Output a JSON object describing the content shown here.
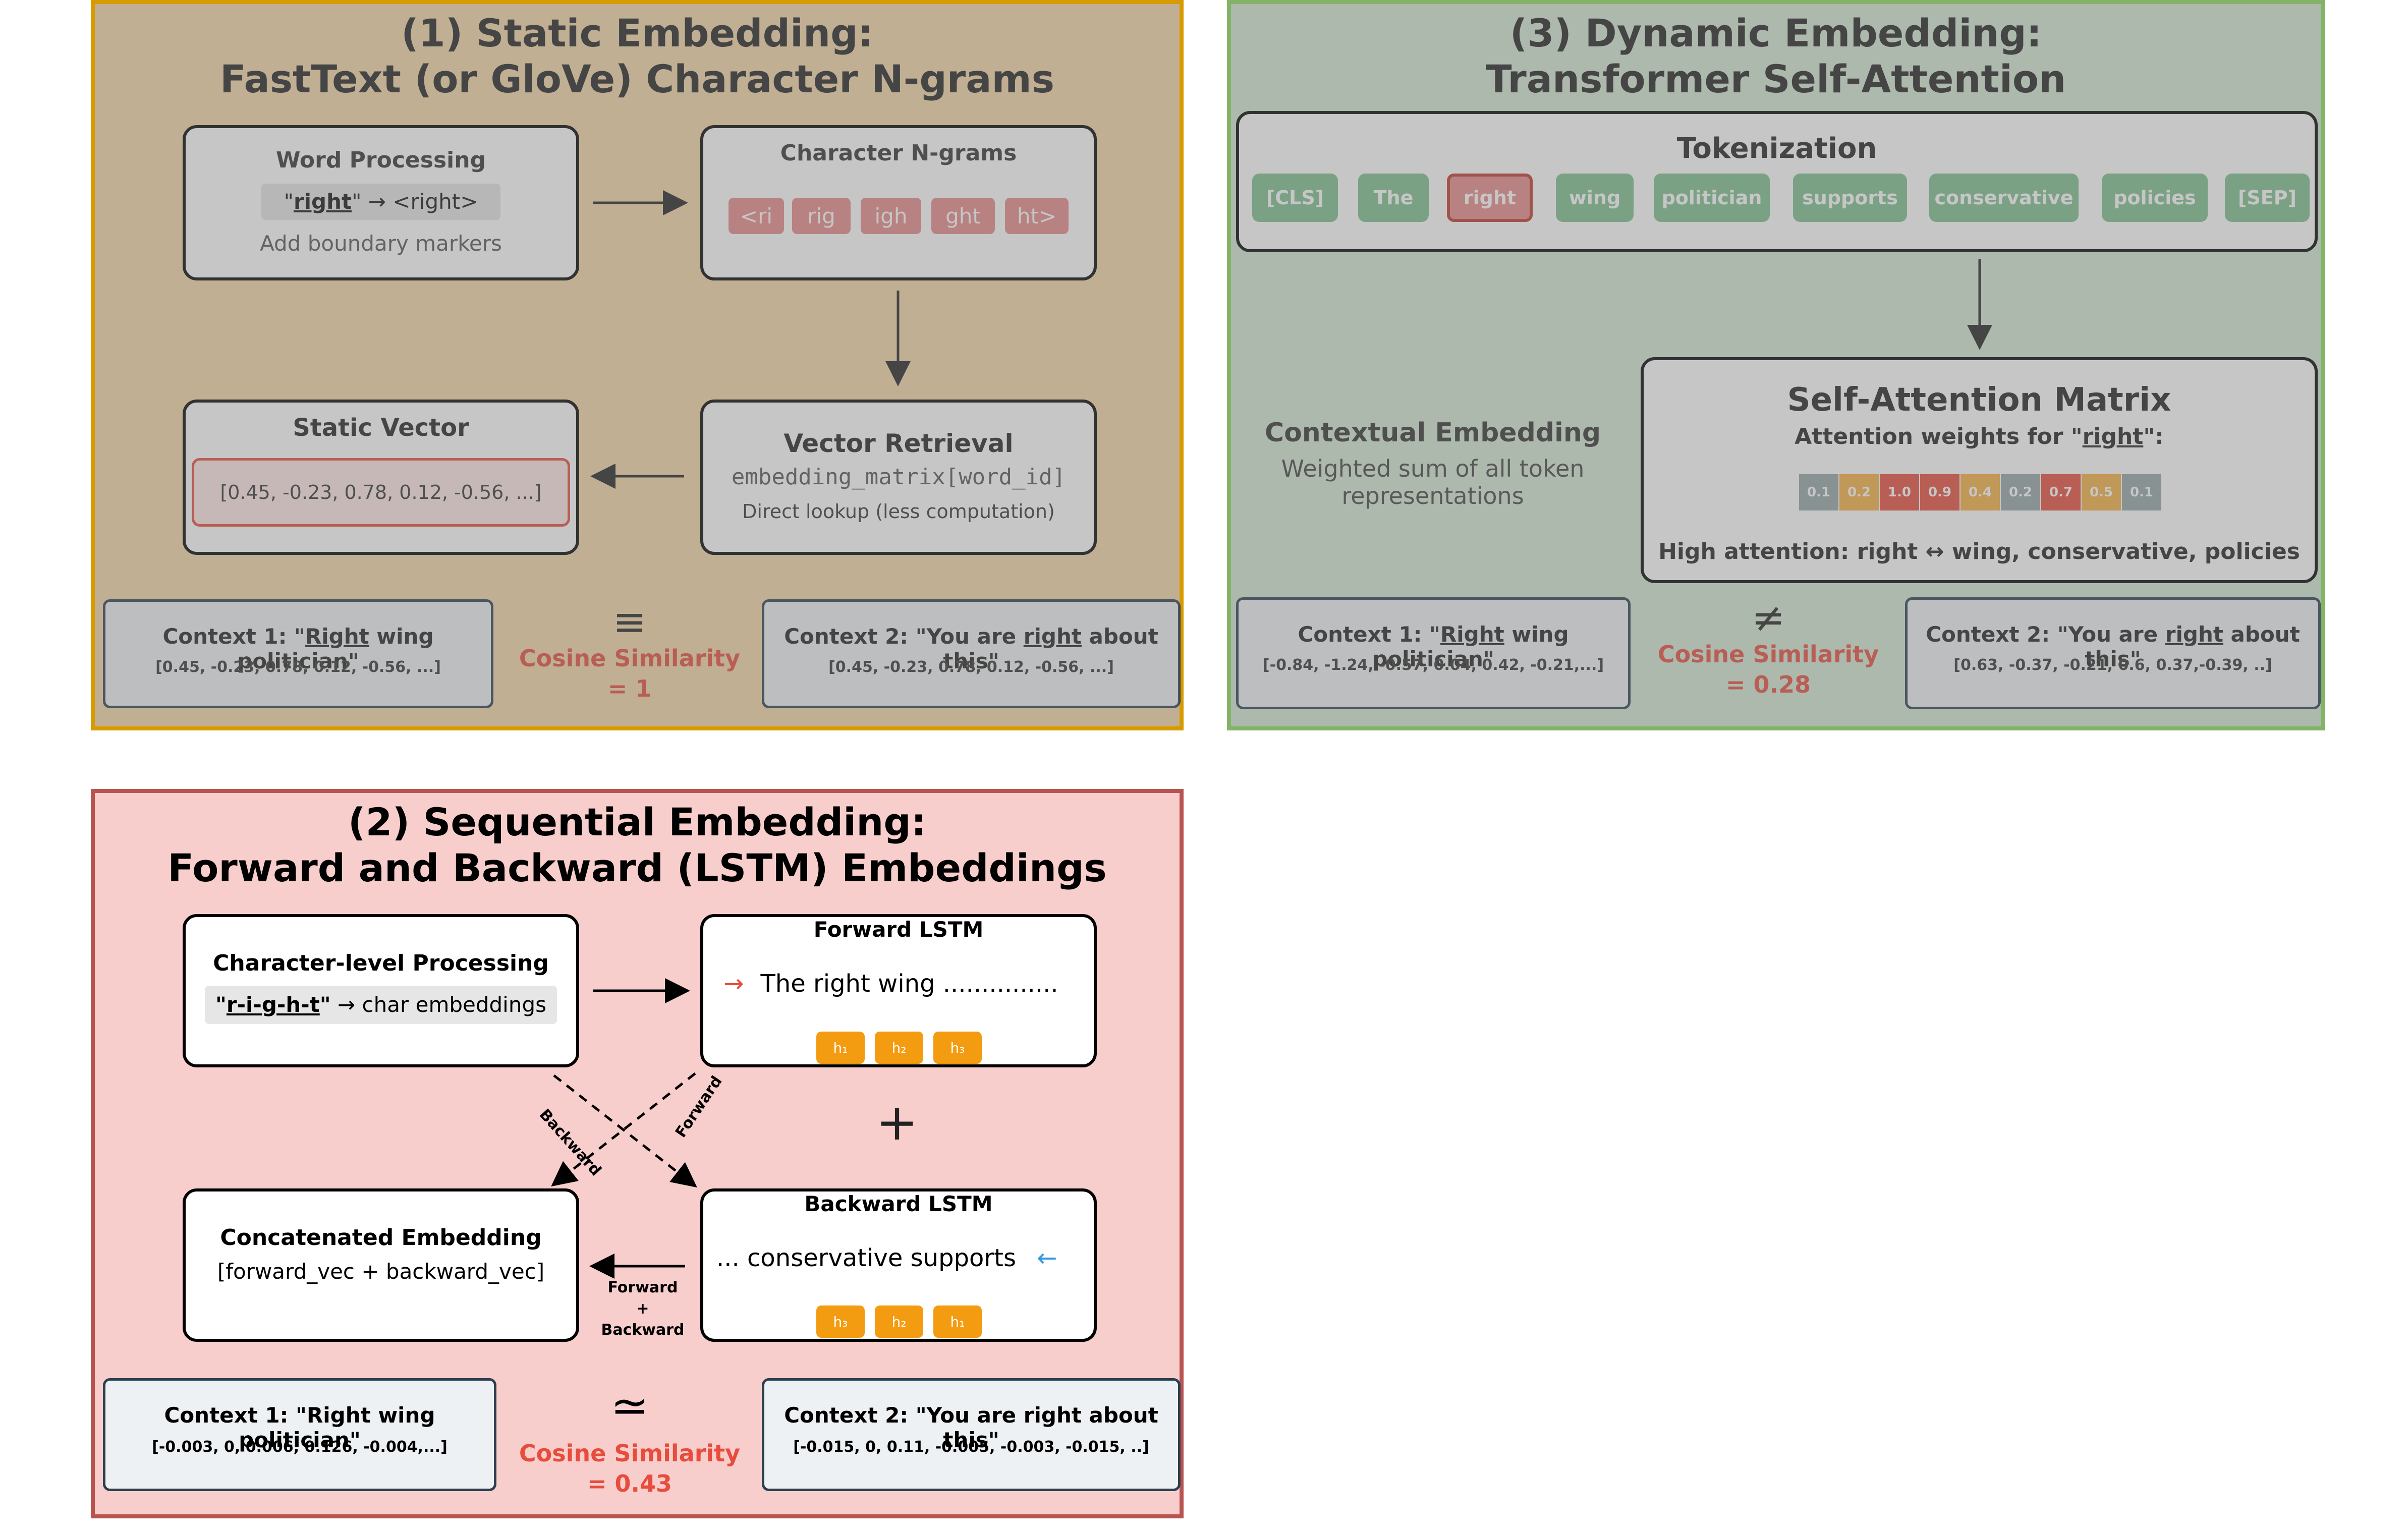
{
  "panel1": {
    "title_line1": "(1) Static Embedding:",
    "title_line2": "FastText (or GloVe) Character N-grams",
    "word_processing": {
      "title": "Word Processing",
      "quote_open": "\"",
      "word": "right",
      "quote_close": "\"",
      "arrow_text": " → <right>",
      "note": "Add boundary markers"
    },
    "ngrams": {
      "title": "Character N-grams",
      "items": [
        "<ri",
        "rig",
        "igh",
        "ght",
        "ht>"
      ]
    },
    "vector_retrieval": {
      "title": "Vector Retrieval",
      "code": "embedding_matrix[word_id]",
      "note": "Direct lookup (less computation)"
    },
    "static_vector": {
      "title": "Static Vector",
      "value": "[0.45, -0.23, 0.78, 0.12, -0.56, ...]"
    },
    "context1": {
      "prefix": "Context 1: \"",
      "word": "Right",
      "suffix": " wing politician\"",
      "vector": "[0.45, -0.23, 0.78, 0.12, -0.56, ...]"
    },
    "context2": {
      "prefix": "Context 2: \"You are ",
      "word": "right",
      "suffix": " about this\"",
      "vector": "[0.45, -0.23, 0.78, 0.12, -0.56, ...]"
    },
    "similarity": {
      "symbol": "≡",
      "label": "Cosine Similarity",
      "value": "= 1"
    }
  },
  "panel2": {
    "title_line1": "(2) Sequential Embedding:",
    "title_line2": "Forward and Backward (LSTM) Embeddings",
    "char_processing": {
      "title": "Character-level Processing",
      "quote_open": "\"",
      "chars": "r-i-g-h-t",
      "quote_close": "\"",
      "arrow_text": " → char embeddings"
    },
    "forward_lstm": {
      "title": "Forward LSTM",
      "arrow": "→",
      "text": "The right wing ...............",
      "states": [
        "h₁",
        "h₂",
        "h₃"
      ]
    },
    "backward_lstm": {
      "title": "Backward LSTM",
      "text": "... conservative supports",
      "arrow": "←",
      "states": [
        "h₃",
        "h₂",
        "h₁"
      ]
    },
    "concat": {
      "title": "Concatenated Embedding",
      "value": "[forward_vec + backward_vec]"
    },
    "plus": "+",
    "cross_label_backward": "Backward",
    "cross_label_forward": "Forward",
    "merge_label": [
      "Forward",
      "+",
      "Backward"
    ],
    "context1": {
      "text": "Context 1: \"Right wing politician\"",
      "vector": "[-0.003, 0, 0.006, 0.126, -0.004,...]"
    },
    "context2": {
      "text": "Context 2: \"You are right about this\"",
      "vector": "[-0.015, 0, 0.11, -0.005, -0.003, -0.015, ..]"
    },
    "similarity": {
      "symbol": "≃",
      "label": "Cosine Similarity",
      "value": "=  0.43"
    }
  },
  "panel3": {
    "title_line1": "(3) Dynamic Embedding:",
    "title_line2": "Transformer Self-Attention",
    "tokenization": {
      "title": "Tokenization",
      "tokens": [
        "[CLS]",
        "The",
        "right",
        "wing",
        "politician",
        "supports",
        "conservative",
        "policies",
        "[SEP]"
      ]
    },
    "contextual": {
      "title": "Contextual Embedding",
      "line1": "Weighted sum of all token",
      "line2": "representations"
    },
    "attention": {
      "title": "Self-Attention Matrix",
      "subtitle_prefix": "Attention weights for \"",
      "subtitle_word": "right",
      "subtitle_suffix": "\":",
      "weights": [
        "0.1",
        "0.2",
        "1.0",
        "0.9",
        "0.4",
        "0.2",
        "0.7",
        "0.5",
        "0.1"
      ],
      "note": "High attention: right ↔ wing, conservative, policies"
    },
    "context1": {
      "prefix": "Context 1: \"",
      "word": "Right",
      "suffix": " wing politician\"",
      "vector": "[-0.84, -1.24, -0.57, 0.04, 0.42, -0.21,...]"
    },
    "context2": {
      "prefix": "Context 2: \"You are ",
      "word": "right",
      "suffix": " about this\"",
      "vector": "[0.63, -0.37, -0.21, 0.6, 0.37,-0.39, ..]"
    },
    "similarity": {
      "symbol": "≠",
      "label": "Cosine Similarity",
      "value": "=  0.28"
    }
  },
  "colors": {
    "panel1_bg": "#f6d7a7",
    "panel1_border": "#d79b00",
    "panel2_bg": "#f8cecc",
    "panel2_border": "#b85450",
    "panel3_bg": "#d5e8d4",
    "panel3_border": "#82b366",
    "similarity_red": "#e74c3c",
    "backward_blue": "#3498db",
    "state_orange": "#f39c12"
  }
}
